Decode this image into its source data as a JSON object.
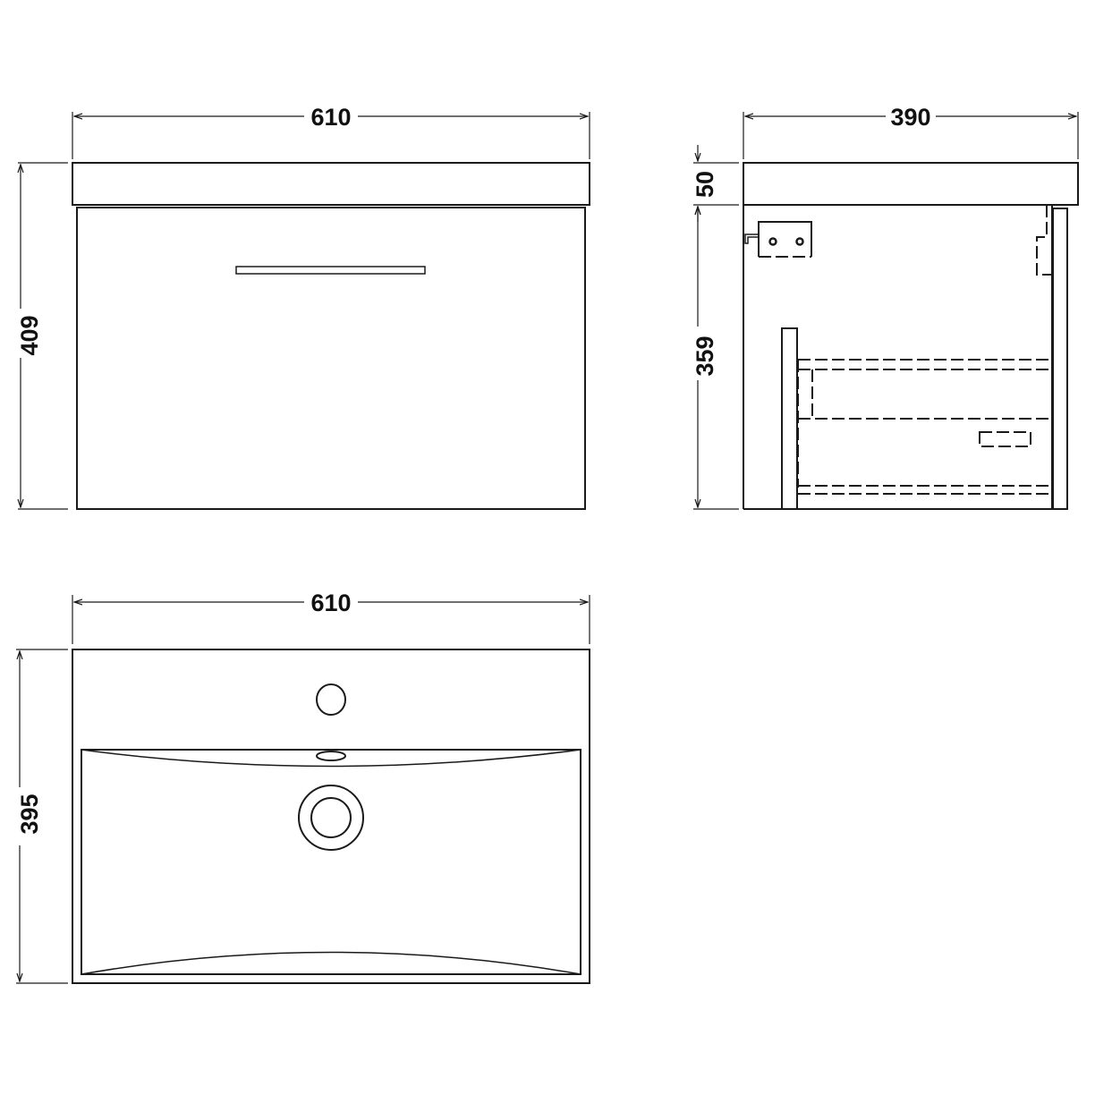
{
  "drawing": {
    "title": "Wall hung vanity unit with basin - technical dimensions",
    "units": "mm",
    "line_color": "#1a1a1a",
    "background": "#ffffff"
  },
  "views": {
    "front": {
      "label": "front-elevation",
      "width_dim": "610",
      "height_dim": "409",
      "features": [
        "basin-top-band",
        "drawer-front",
        "bar-handle"
      ]
    },
    "side": {
      "label": "side-elevation",
      "depth_dim": "390",
      "basin_height_dim": "50",
      "cabinet_height_dim": "359",
      "features": [
        "wall-bracket",
        "hanging-rail",
        "drawer-runner",
        "drawer-box",
        "handle-cutout",
        "front-panel"
      ]
    },
    "plan": {
      "label": "plan-view",
      "width_dim": "610",
      "depth_dim": "395",
      "features": [
        "tap-hole",
        "overflow-slot",
        "waste-outlet",
        "bowl"
      ]
    }
  }
}
